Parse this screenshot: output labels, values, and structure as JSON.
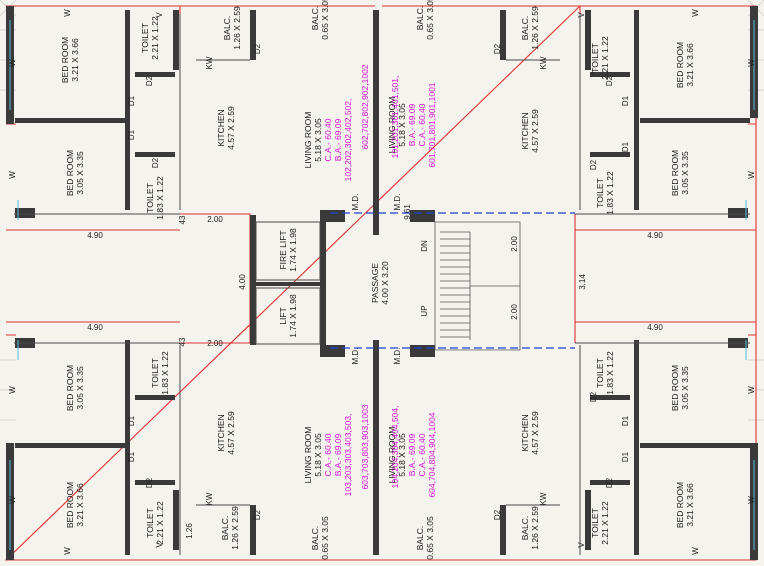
{
  "rooms": {
    "bed_tl_name": "BED ROOM",
    "bed_tl_size": "3.21 X 3.66",
    "bed_tr_name": "BED ROOM",
    "bed_tr_size": "3.21 X 3.66",
    "bed_bl_name": "BED ROOM",
    "bed_bl_size": "3.21 X 3.66",
    "bed_br_name": "BED ROOM",
    "bed_br_size": "3.21 X 3.66",
    "bed2_tl_name": "BED ROOM",
    "bed2_tl_size": "3.05 X 3.35",
    "bed2_tr_name": "BED ROOM",
    "bed2_tr_size": "3.05 X 3.35",
    "bed2_bl_name": "BED ROOM",
    "bed2_bl_size": "3.05 X 3.35",
    "bed2_br_name": "BED ROOM",
    "bed2_br_size": "3.05 X 3.35",
    "toilet_big_name": "TOILET",
    "toilet_big_size": "2.21 X 1.22",
    "toilet_small_name": "TOILET",
    "toilet_small_size": "1.83 X 1.22",
    "kitchen_name": "KITCHEN",
    "kitchen_size": "4.57 X 2.59",
    "living_name": "LIVING ROOM",
    "living_size": "5.18 X 3.05",
    "balc_big_name": "BALC.",
    "balc_big_size": "1.26 X 2.59",
    "balc_small_name": "BALC.",
    "balc_small_size": "0.65 X 3.05",
    "fire_lift_name": "FIRE LIFT",
    "fire_lift_size": "1.74 X 1.98",
    "lift_name": "LIFT",
    "lift_size": "1.74 X 1.98",
    "passage_name": "PASSAGE",
    "passage_size": "4.00 X 3.20"
  },
  "flats": {
    "tl_nums_1": "102,202,302,402,502,",
    "tl_nums_2": "602,702,802,902,1002",
    "tr_nums_1": "101,201,301,401,501,",
    "tr_nums_2": "601,701,801,901,1001",
    "bl_nums_1": "103,203,303,403,503,",
    "bl_nums_2": "603,703,803,903,1003",
    "br_nums_1": "104,204,304,404,504,",
    "br_nums_2": "604,704,804,904,1004",
    "ca_a": "C.A.- 60.40",
    "ba_a": "B.A.- 69.09",
    "ca_b": "C.A.- 60.40",
    "ba_b": "B.A.- 69.09"
  },
  "labels": {
    "door_d1": "D1",
    "door_d2": "D2",
    "door_v": "V",
    "door_w": "W",
    "door_kw": "KW",
    "md": "M.D.",
    "dn": "DN",
    "up": "UP",
    "dim_490": "4.90",
    "dim_200": "2.00",
    "dim_400": "4.00",
    "dim_314": "3.14",
    "dim_961": "9.61",
    "dim_43": "43",
    "dim_126": "1.26",
    "stair_200": "2.00"
  }
}
